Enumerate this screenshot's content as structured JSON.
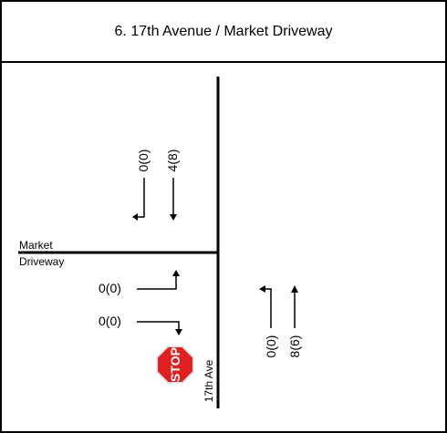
{
  "title": "6. 17th Avenue / Market Driveway",
  "street_labels": {
    "market_line1": "Market",
    "market_line2": "Driveway",
    "seventeenth": "17th Ave"
  },
  "stop_sign": {
    "text": "STOP",
    "color": "#e02020"
  },
  "volumes": {
    "southbound_right": "0(0)",
    "southbound_through": "4(8)",
    "eastbound_left": "0(0)",
    "eastbound_right": "0(0)",
    "northbound_left": "0(0)",
    "northbound_through": "8(6)"
  }
}
